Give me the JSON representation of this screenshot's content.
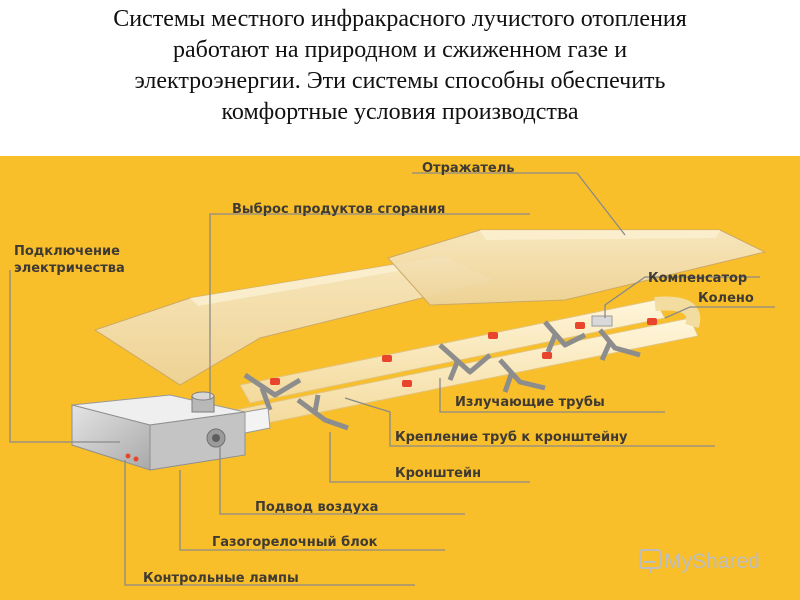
{
  "title": {
    "lines": [
      "Системы местного инфракрасного лучистого отопления",
      "работают на природном и сжиженном газе и",
      "электроэнергии. Эти системы способны обеспечить",
      "комфортные условия производства"
    ]
  },
  "diagram": {
    "labels": {
      "reflector": "Отражатель",
      "exhaust": "Выброс продуктов сгорания",
      "power": "Подключение электричества",
      "compensator": "Компенсатор",
      "elbow": "Колено",
      "radiant_tubes": "Излучающие трубы",
      "tube_mount": "Крепление труб к кронштейну",
      "bracket": "Кронштейн",
      "air_supply": "Подвод воздуха",
      "burner": "Газогорелочный блок",
      "lamps": "Контрольные лампы"
    }
  },
  "watermark": {
    "text": "MyShared"
  },
  "colors": {
    "background": "#f8bf2a",
    "reflector": "#f2deac",
    "callout_line": "#8a8a8a",
    "label_text": "#3f3a33",
    "tube": "#fcecc2",
    "marker": "#e8452c"
  }
}
